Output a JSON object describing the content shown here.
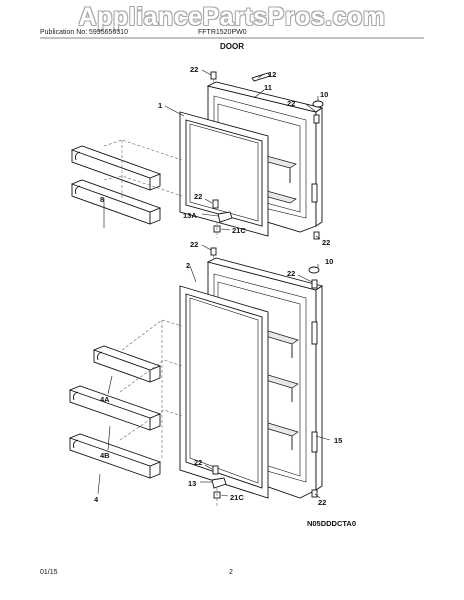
{
  "watermark": "AppliancePartsPros.com",
  "header": {
    "publication": "Publication No: 5995656310",
    "model": "FFTR1520PW0"
  },
  "section_title": "DOOR",
  "callouts": {
    "c22": "22",
    "c12": "12",
    "c11": "11",
    "c1": "1",
    "c10": "10",
    "c8": "8",
    "c13a": "13A",
    "c21c": "21C",
    "c2": "2",
    "c4a": "4A",
    "c4b": "4B",
    "c4": "4",
    "c15": "15",
    "c13": "13"
  },
  "diagram_code": "N05DDDCTA0",
  "footer": {
    "date": "01/15",
    "page": "2"
  }
}
